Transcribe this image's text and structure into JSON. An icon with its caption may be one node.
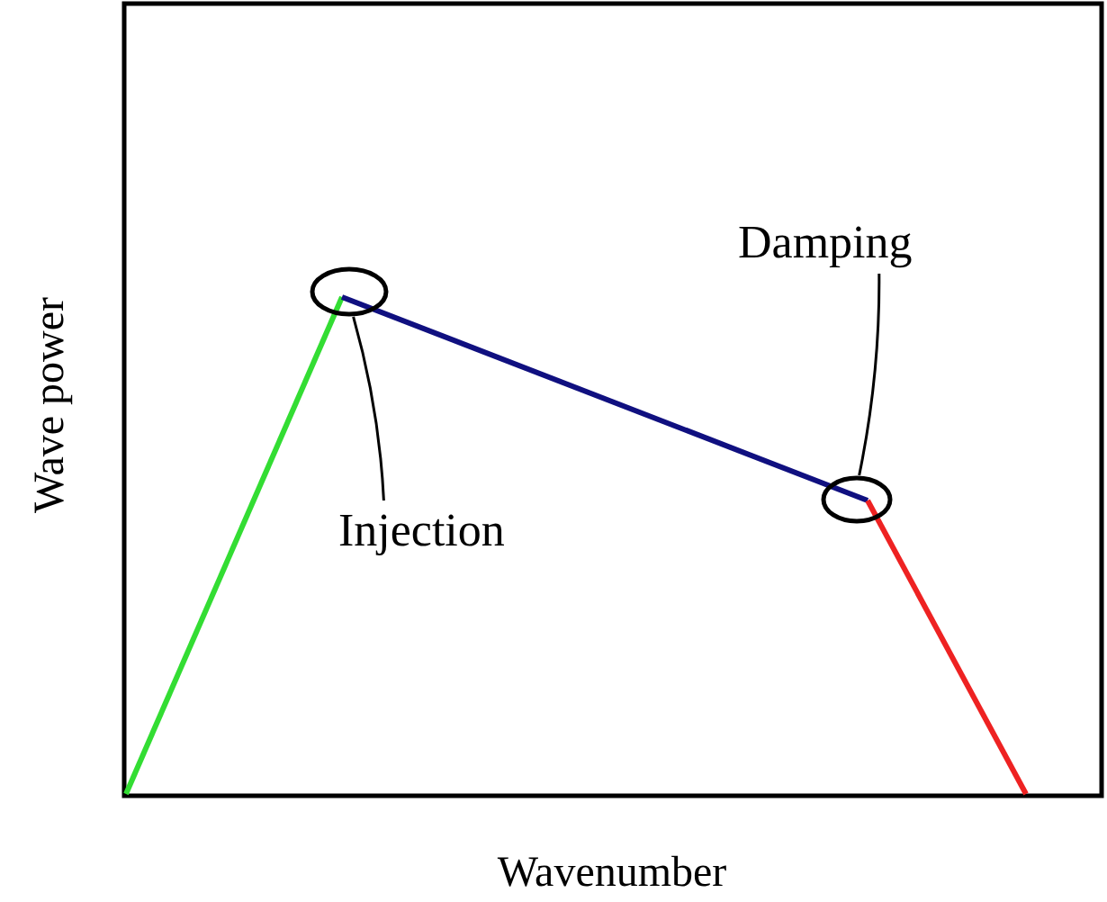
{
  "diagram": {
    "nodes": [
      {
        "text": [
          "Injection"
        ]
      },
      {
        "text": [],
        "shape": "circle"
      },
      {
        "text": [
          "Damping"
        ]
      },
      {
        "text": [],
        "shape": "circle"
      }
    ],
    "edges": [
      {
        "from": 0,
        "to": 1,
        "arrow": "none"
      },
      {
        "from": 2,
        "to": 3,
        "arrow": "none"
      }
    ],
    "labels": [
      "Wave power",
      "Wavenumber"
    ]
  }
}
